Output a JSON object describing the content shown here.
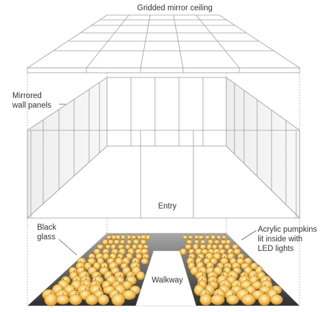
{
  "labels": {
    "ceiling": "Gridded mirror ceiling",
    "walls_line1": "Mirrored",
    "walls_line2": "wall panels",
    "entry": "Entry",
    "black_line1": "Black",
    "black_line2": "glass",
    "pumpkins_line1": "Acrylic pumpkins",
    "pumpkins_line2": "lit inside with",
    "pumpkins_line3": "LED lights",
    "walkway": "Walkway"
  },
  "colors": {
    "line": "#9a9a9a",
    "leader": "#555555",
    "text": "#333333",
    "floor_light": "#8a8a8a",
    "floor_dark": "#3a3a3a",
    "walkway": "#ffffff",
    "pumpkin": "#e8a83a",
    "pumpkin_glow": "#fbe3a0"
  }
}
